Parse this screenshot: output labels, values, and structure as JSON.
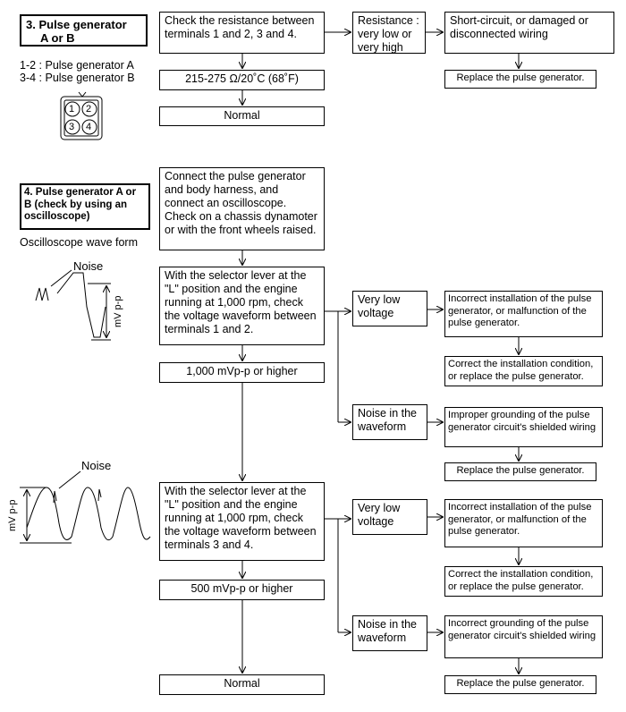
{
  "section3": {
    "title_line1": "3. Pulse generator",
    "title_line2": "A or B",
    "terminal_a": "1-2 : Pulse generator A",
    "terminal_b": "3-4 : Pulse generator B",
    "pins": [
      "1",
      "2",
      "3",
      "4"
    ],
    "check": "Check the resistance between terminals 1 and 2, 3 and 4.",
    "resistance": "Resistance : very low or very high",
    "cause": "Short-circuit, or damaged or disconnected wiring",
    "replace": "Replace the pulse generator.",
    "spec": "215-275 Ω/20˚C (68˚F)",
    "normal": "Normal"
  },
  "section4": {
    "title": "4. Pulse generator A or B (check by using an oscilloscope)",
    "wave_form_label": "Oscilloscope wave form",
    "noise_label_1": "Noise",
    "mvpp_label_1": "mV p-p",
    "noise_label_2": "Noise",
    "mvpp_label_2": "mV p-p",
    "connect": "Connect the pulse generator and body harness, and connect an oscilloscope. Check on a chassis dynamoter or with the front wheels raised.",
    "check_1_2": "With the selector lever at the \"L\" position and the engine running at 1,000 rpm, check the voltage waveform between terminals 1 and 2.",
    "spec_1_2": "1,000 mVp-p or higher",
    "very_low_1": "Very low voltage",
    "cause_low_1": "Incorrect installation of the pulse generator, or malfunction of the pulse generator.",
    "fix_low_1": "Correct the installation condition, or replace the pulse generator.",
    "noise_1": "Noise in the waveform",
    "cause_noise_1": "Improper grounding of the pulse generator circuit's shielded wiring",
    "replace_noise_1": "Replace the pulse generator.",
    "check_3_4": "With the selector lever at the \"L\" position and the engine running at 1,000 rpm, check the voltage waveform between terminals 3 and 4.",
    "spec_3_4": "500 mVp-p or higher",
    "very_low_2": "Very low voltage",
    "cause_low_2": "Incorrect installation of the pulse generator, or malfunction of the pulse generator.",
    "fix_low_2": "Correct the installation condition, or replace the pulse generator.",
    "noise_2": "Noise in the waveform",
    "cause_noise_2": "Incorrect grounding of the pulse generator circuit's shielded wiring",
    "replace_noise_2": "Replace the pulse generator.",
    "normal": "Normal"
  }
}
